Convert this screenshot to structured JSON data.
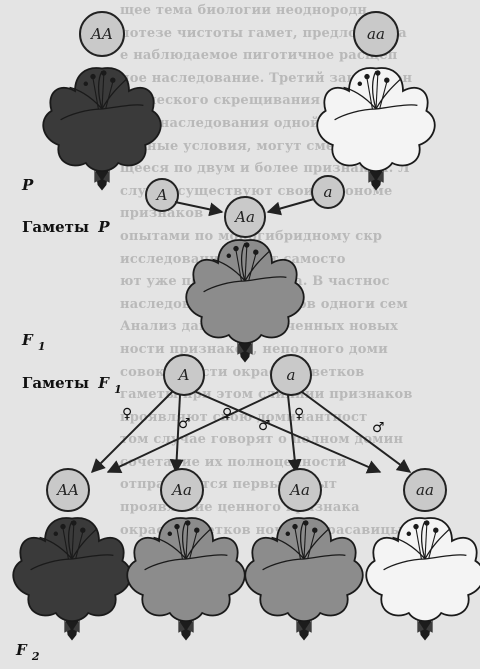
{
  "genotypes": {
    "parent_dominant": "AA",
    "parent_recessive": "aa",
    "gamete_A": "A",
    "gamete_a": "a",
    "f1_hybrid": "Aa",
    "f1_gamete_A": "A",
    "f1_gamete_a": "a",
    "f2": [
      "AA",
      "Aa",
      "Aa",
      "aa"
    ]
  },
  "labels": {
    "p": "P",
    "gametes_p_word": "Гаметы",
    "gametes_p_sym": "P",
    "f1_sym": "F",
    "f1_sub": "1",
    "gametes_f1_word": "Гаметы",
    "gametes_f1_sym": "F",
    "gametes_f1_sub": "1",
    "f2_sym": "F",
    "f2_sub": "2"
  },
  "symbols": {
    "female": "♀",
    "male": "♂"
  },
  "colors": {
    "dark_flower": "#3a3a3a",
    "mid_flower": "#8c8c8c",
    "white_flower": "#f4f4f4",
    "circle_fill": "#c9c9c9",
    "background": "#e4e4e4"
  },
  "background_text": [
    "щее тема биологии неоднородн",
    "потезе чистоты гамет, предложенна",
    "е наблюдаемое пиготичное расщеп",
    "ное наследование. Третий закон Мен",
    "огического скрещивания и независим",
    "ости наследования одной пары признак",
    "родные условия, могут смешиваться",
    "щееся по двум и более признакам. Л",
    "случае существуют свои закономе",
    "признаков",
    "опытами по моногибридному скр",
    "исследования гамет самосто",
    "ют уже первого закона. В частнос",
    "наследование признаков одноги сем",
    "Анализ данных, полученных новых",
    "ности признаков, неполного доми",
    "совокупности окраски цветков",
    "гаметы при этом слиянии признаков",
    "проявляют свою доминантност",
    "том случае говорят о полном домин",
    "сочетание их полноценности",
    "отправляется первый опыт",
    "проявление ценного признака",
    "окраска цветков ночной красавицы"
  ]
}
